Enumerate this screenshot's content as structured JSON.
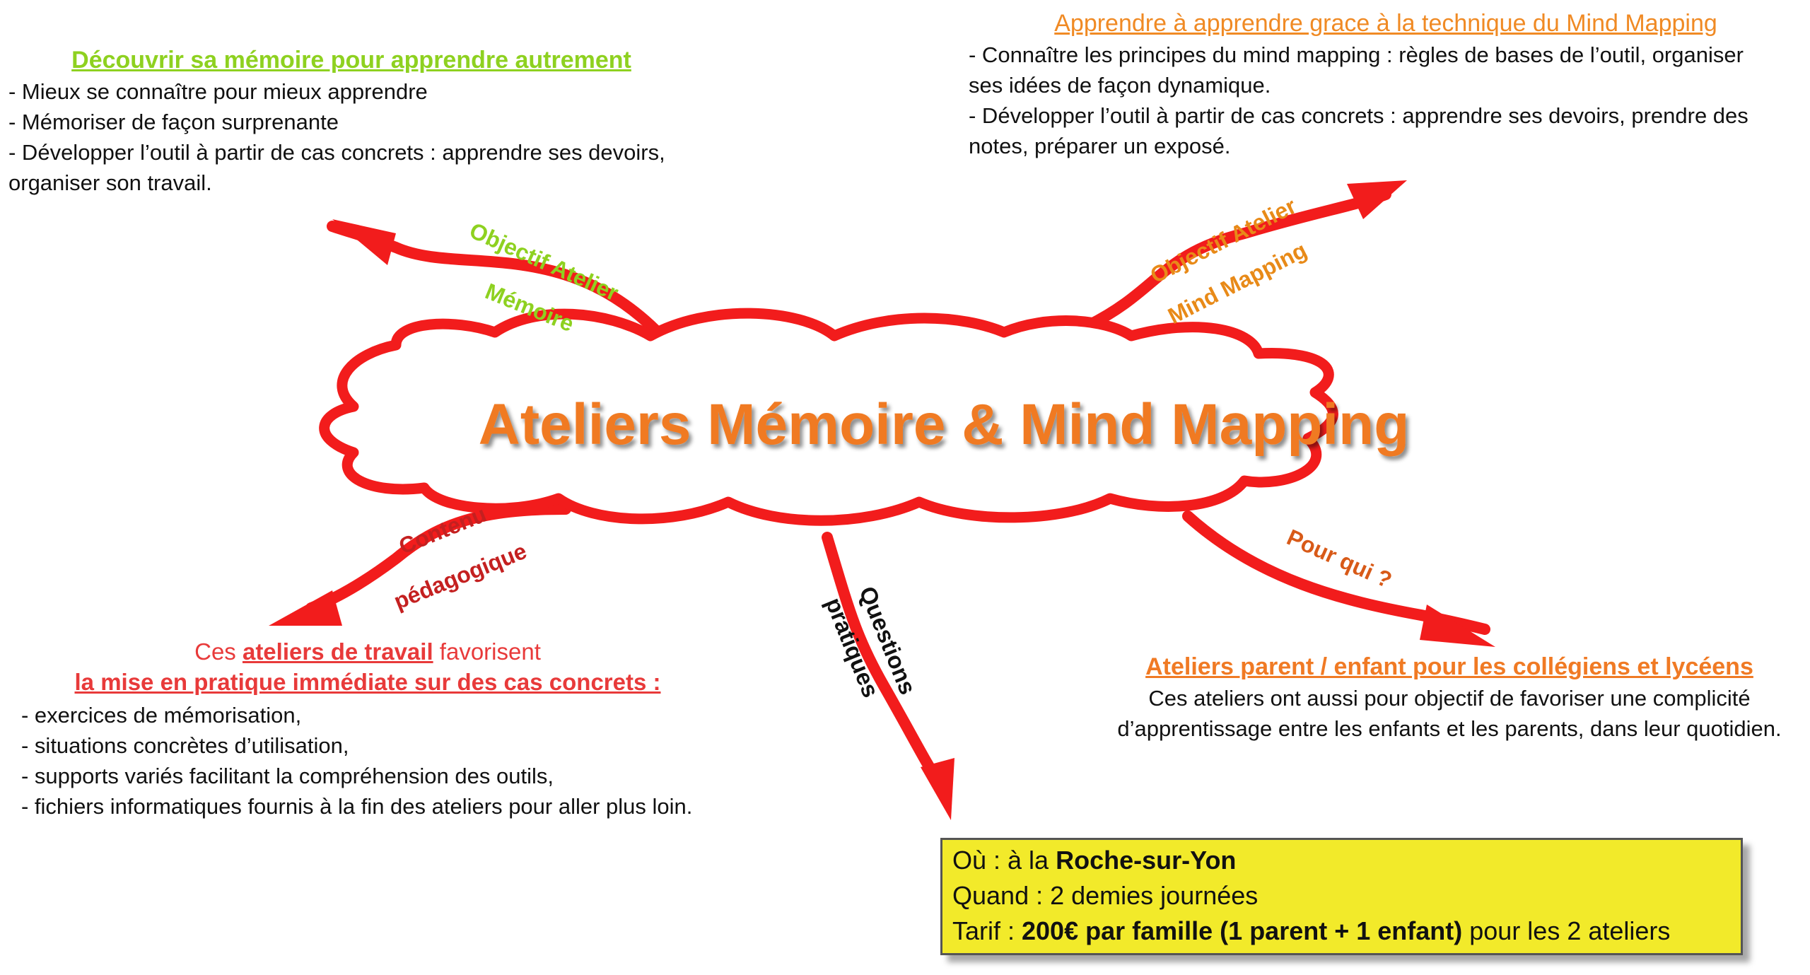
{
  "central_title": "Ateliers Mémoire & Mind Mapping",
  "branches": {
    "memory": {
      "label_line1": "Objectif Atelier",
      "label_line2": "Mémoire"
    },
    "mindmap": {
      "label_line1": "Objectif Atelier",
      "label_line2": "Mind Mapping"
    },
    "content": {
      "label_line1": "Contenu",
      "label_line2": "pédagogique"
    },
    "practical": {
      "label_line1": "Questions",
      "label_line2": "pratiques"
    },
    "who": {
      "label": "Pour qui ?"
    }
  },
  "memory_block": {
    "title": "Découvrir sa mémoire pour apprendre autrement",
    "lines": [
      "- Mieux se connaître pour mieux apprendre",
      "- Mémoriser de façon surprenante",
      "- Développer l’outil à partir de cas concrets : apprendre ses devoirs,",
      "organiser son travail."
    ]
  },
  "mind_block": {
    "title": "Apprendre à apprendre grace à la technique du Mind Mapping",
    "lines": [
      "- Connaître les principes du mind mapping : règles de bases de l’outil, organiser",
      "ses idées de façon dynamique.",
      "- Développer l’outil à partir de cas concrets : apprendre ses devoirs, prendre des",
      "notes, préparer un exposé."
    ]
  },
  "content_block": {
    "intro_prefix": "Ces ",
    "intro_bold": "ateliers de travail",
    "intro_suffix": " favorisent",
    "line2": "la mise en pratique immédiate sur des cas concrets :",
    "items": [
      "- exercices de mémorisation,",
      "- situations concrètes d’utilisation,",
      "- supports variés facilitant la compréhension des outils,",
      "- fichiers informatiques fournis à la fin des ateliers pour aller plus loin."
    ]
  },
  "who_block": {
    "title": "Ateliers parent / enfant pour les collégiens et lycéens",
    "lines": [
      "Ces ateliers ont aussi pour objectif de favoriser une complicité",
      "d’apprentissage entre les enfants et les parents, dans leur quotidien."
    ]
  },
  "practical_box": {
    "where_prefix": "Où : à la ",
    "where_bold": "Roche-sur-Yon",
    "when": "Quand : 2 demies journées",
    "price_prefix": "Tarif : ",
    "price_bold": "200€ par famille (1 parent + 1 enfant)",
    "price_suffix": " pour les 2 ateliers"
  },
  "colors": {
    "arrow_red": "#f21c1c",
    "title_orange": "#f07a24",
    "memory_green": "#8ed120",
    "mind_orange": "#e88a18",
    "content_red": "#c42020",
    "who_orange": "#d85a18",
    "box_yellow": "#f2ea2a"
  }
}
